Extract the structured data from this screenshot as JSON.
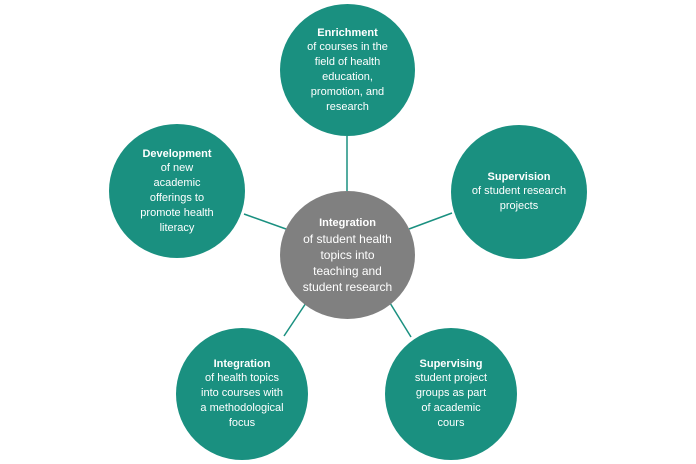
{
  "colors": {
    "outer_fill": "#1a9080",
    "center_fill": "#808080",
    "connector": "#1a9080",
    "text": "#ffffff"
  },
  "center": {
    "title": "Integration",
    "text": "of student health\ntopics into\nteaching and\nstudent research"
  },
  "nodes": {
    "top": {
      "title": "Enrichment",
      "text": "of courses in the\nfield of health\neducation,\npromotion, and\nresearch"
    },
    "right": {
      "title": "Supervision",
      "text": "of student research\nprojects"
    },
    "bottom_right": {
      "title": "Supervising",
      "text": "student project\ngroups as part\nof academic\ncours"
    },
    "bottom_left": {
      "title": "Integration",
      "text": "of health topics\ninto courses with\na methodological\nfocus"
    },
    "left": {
      "title": "Development",
      "text": "of new\nacademic\nofferings to\npromote health\nliteracy"
    }
  }
}
